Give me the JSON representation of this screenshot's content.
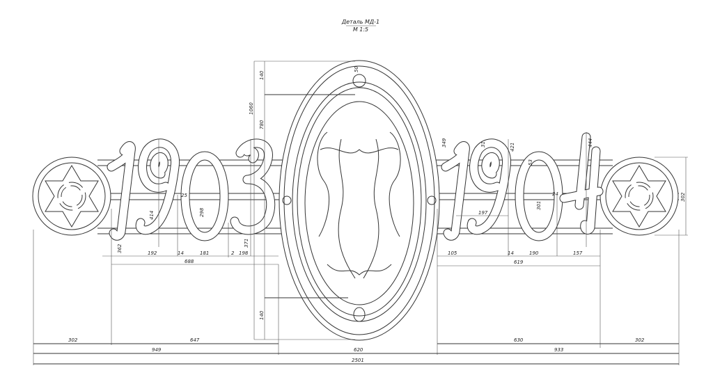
{
  "title": {
    "name": "Деталь МД-1",
    "scale": "М 1:5"
  },
  "years": {
    "left": "1903",
    "right": "1904"
  },
  "dimensions": {
    "top_gap": "140",
    "ring": "50",
    "height_total": "1060",
    "inner_height": "780",
    "bottom_gap": "140",
    "left_digit_height": "414",
    "left_one_offset": "362",
    "zero_height": "298",
    "zero_stroke": "25",
    "three_height": "371",
    "w192": "192",
    "w14a": "14",
    "w181": "181",
    "w2": "2",
    "w198": "198",
    "w688": "688",
    "right_top": "349",
    "nine_stroke": "31",
    "nine_height": "421",
    "zero_r_stroke": "53",
    "zero_r_height": "301",
    "zero_r_w": "24",
    "four_height": "444",
    "w197": "197",
    "w105": "105",
    "w14b": "14",
    "w190": "190",
    "w157": "157",
    "w619": "619",
    "circle_d": "302",
    "b302l": "302",
    "b647": "647",
    "b630": "630",
    "b302r": "302",
    "b949": "949",
    "b620": "620",
    "b933": "933",
    "b2501": "2501"
  }
}
